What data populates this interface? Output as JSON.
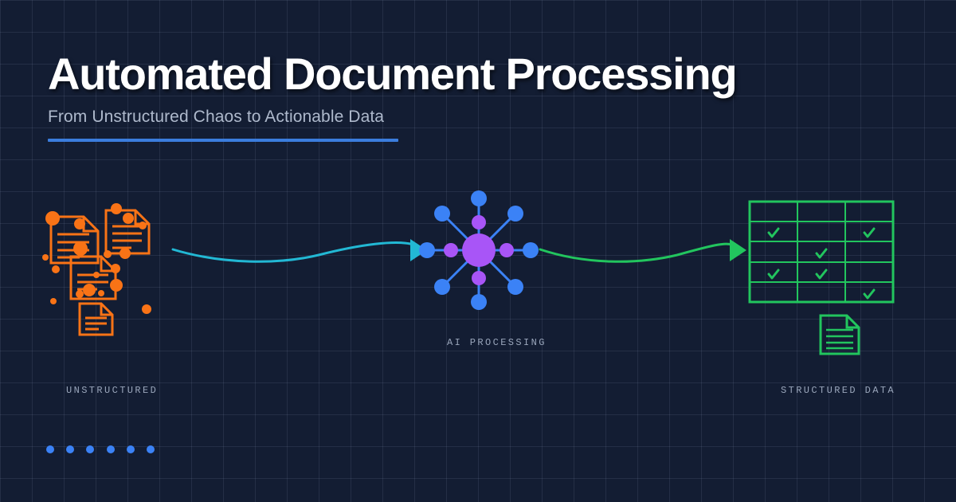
{
  "header": {
    "title": "Automated Document Processing",
    "subtitle": "From Unstructured Chaos to Actionable Data",
    "accent_color": "#3b7ddd"
  },
  "colors": {
    "background": "#131d33",
    "grid_line": "rgba(125,140,170,0.16)",
    "title_text": "#ffffff",
    "subtitle_text": "#aeb9cc",
    "label_text": "#9aa6bb",
    "unstructured_orange": "#f97316",
    "flow_cyan": "#22b8d4",
    "node_purple": "#a855f7",
    "node_blue": "#3b82f6",
    "flow_green": "#22c55e",
    "structured_green": "#22c55e"
  },
  "stages": [
    {
      "id": "unstructured",
      "label": "UNSTRUCTURED",
      "icon": "scattered-documents",
      "color": "#f97316",
      "document_count": 4,
      "noise_dot_count": 16
    },
    {
      "id": "ai-processing",
      "label": "AI PROCESSING",
      "icon": "neural-hub-node",
      "hub_color": "#a855f7",
      "spoke_color": "#3b82f6",
      "spoke_count": 8,
      "mid_node_count": 4
    },
    {
      "id": "structured-data",
      "label": "STRUCTURED DATA",
      "icon": "data-table",
      "color": "#22c55e",
      "table": {
        "rows": 5,
        "columns": 3,
        "checks": [
          {
            "row": 2,
            "col": 1
          },
          {
            "row": 2,
            "col": 3
          },
          {
            "row": 3,
            "col": 2
          },
          {
            "row": 4,
            "col": 1
          },
          {
            "row": 4,
            "col": 2
          },
          {
            "row": 5,
            "col": 3
          }
        ],
        "check_glyph": "check-mark"
      },
      "output_document": "structured-document"
    }
  ],
  "connectors": [
    {
      "id": "flow-left",
      "from": "unstructured",
      "to": "ai-processing",
      "color": "#22b8d4",
      "style": "wavy-arrow"
    },
    {
      "id": "flow-right",
      "from": "ai-processing",
      "to": "structured-data",
      "color": "#22c55e",
      "style": "wavy-arrow"
    }
  ],
  "decoration": {
    "bottom_dots": {
      "count": 6,
      "color": "#3b82f6"
    }
  }
}
